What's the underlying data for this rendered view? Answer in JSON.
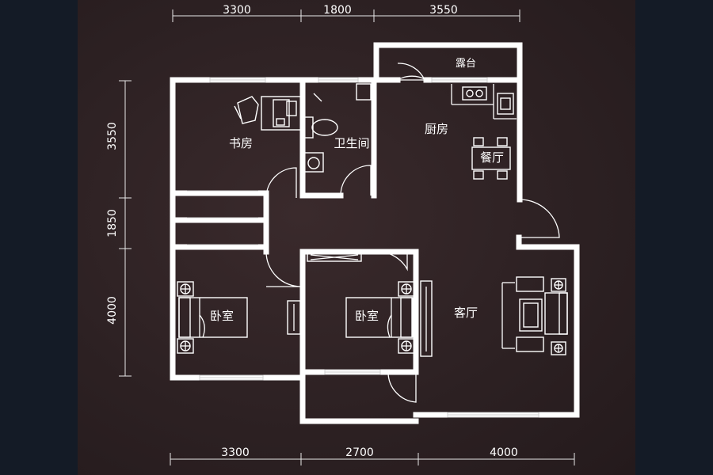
{
  "dimensions": {
    "top": [
      "3300",
      "1800",
      "3550"
    ],
    "bottom": [
      "3300",
      "2700",
      "4000"
    ],
    "left": [
      "3550",
      "1850",
      "4000"
    ]
  },
  "rooms": {
    "study": "书房",
    "bathroom": "卫生间",
    "kitchen": "厨房",
    "dining": "餐厅",
    "terrace": "露台",
    "bedroom_left": "卧室",
    "bedroom_middle": "卧室",
    "living": "客厅"
  },
  "colors": {
    "page_background": "#141b26",
    "board": "#2d2123",
    "lines": "#ffffff"
  }
}
